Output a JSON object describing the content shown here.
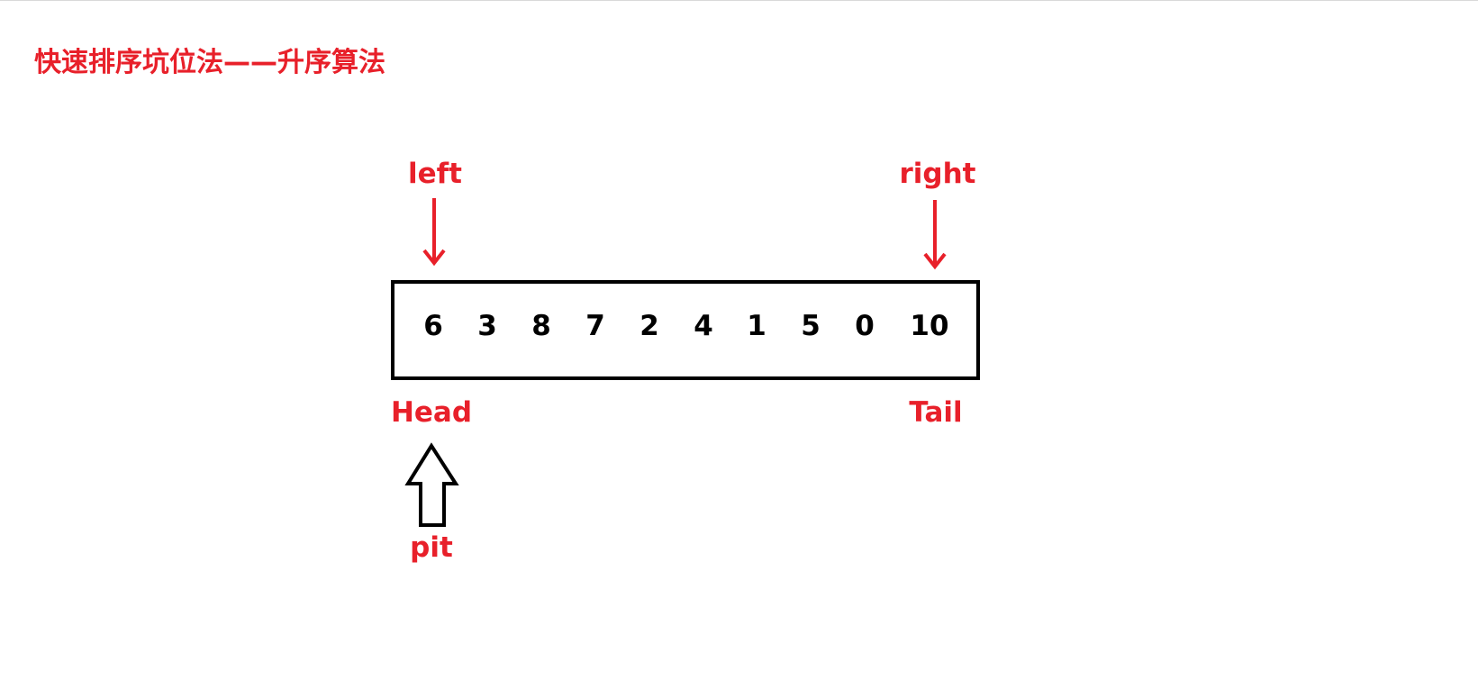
{
  "title": "快速排序坑位法——升序算法",
  "pointers": {
    "left": "left",
    "right": "right"
  },
  "array": {
    "values": [
      "6",
      "3",
      "8",
      "7",
      "2",
      "4",
      "1",
      "5",
      "0",
      "10"
    ],
    "head_label": "Head",
    "tail_label": "Tail"
  },
  "pit_label": "pit",
  "colors": {
    "accent_red": "#e8202a",
    "outline_black": "#000000"
  }
}
